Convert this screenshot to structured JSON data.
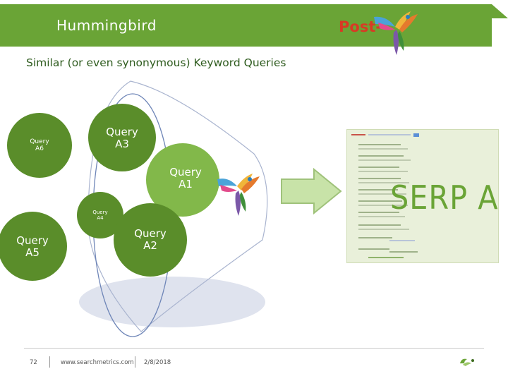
{
  "header": {
    "title": "Hummingbird",
    "post_label": "Post-",
    "bg_color": "#6aa436",
    "post_color": "#d83a24"
  },
  "subtitle": "Similar (or even synonymous) Keyword Queries",
  "queries": {
    "a6": "Query\nA6",
    "a3": "Query\nA3",
    "a1": "Query\nA1",
    "a4": "Query\nA4",
    "a5": "Query\nA5",
    "a2": "Query\nA2"
  },
  "serp_label": "SERP A",
  "footer": {
    "page_number": "72",
    "website": "www.searchmetrics.com",
    "date": "2/8/2018"
  },
  "colors": {
    "circle_dark": "#5a8d2a",
    "circle_light": "#82b84a",
    "ellipse": "#dfe3ee",
    "arrow": "#c8e3a8"
  },
  "icons": [
    "hummingbird-icon",
    "arrow-right-icon",
    "serp-screenshot",
    "searchmetrics-logo"
  ]
}
